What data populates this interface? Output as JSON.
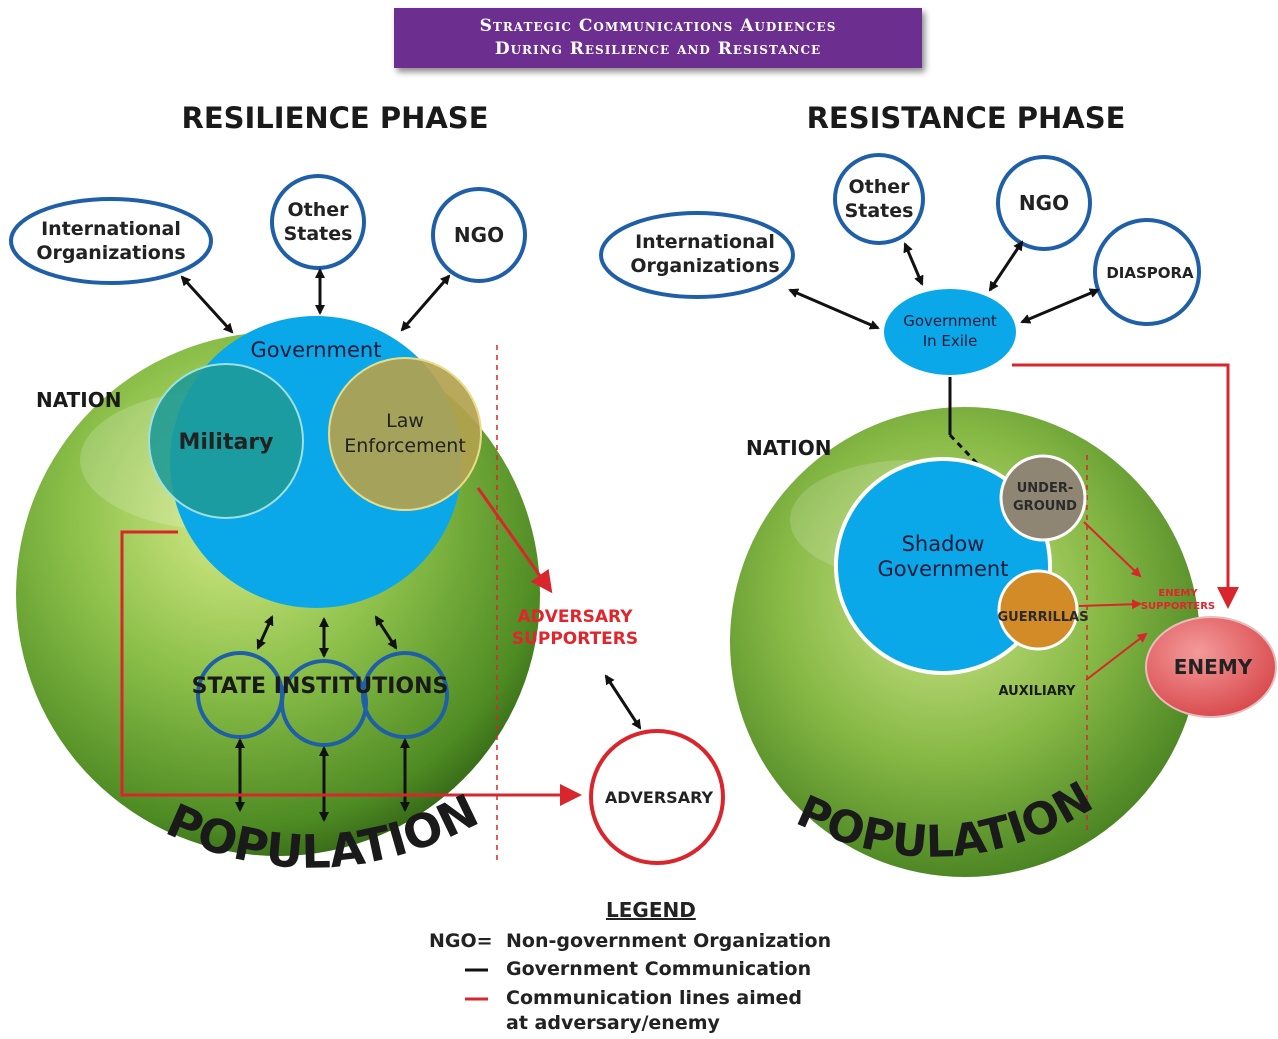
{
  "banner": {
    "line1": "Strategic Communications Audiences",
    "line2": "During Resilience and Resistance"
  },
  "resilience": {
    "phase_title": "RESILIENCE PHASE",
    "nation_label": "NATION",
    "international_orgs": "International Organizations",
    "other_states": "Other States",
    "ngo": "NGO",
    "government": "Government",
    "military": "Military",
    "law_enforcement": "Law Enforcement",
    "state_institutions": "STATE INSTITUTIONS",
    "adversary_supporters": "ADVERSARY SUPPORTERS",
    "adversary": "ADVERSARY",
    "population": "POPULATION"
  },
  "resistance": {
    "phase_title": "RESISTANCE PHASE",
    "nation_label": "NATION",
    "international_orgs": "International Organizations",
    "other_states": "Other States",
    "ngo": "NGO",
    "diaspora": "DIASPORA",
    "government_in_exile": "Government In Exile",
    "underground": "UNDER-GROUND",
    "shadow_government": "Shadow Government",
    "guerrillas": "GUERRILLAS",
    "auxiliary": "AUXILIARY",
    "enemy_supporters": "ENEMY SUPPORTERS",
    "enemy": "ENEMY",
    "population": "POPULATION"
  },
  "legend": {
    "title": "LEGEND",
    "ngo_key": "NGO=",
    "ngo_def": "Non-government Organization",
    "black_line": "Government Communication",
    "red_line_1": "Communication lines aimed",
    "red_line_2": "at adversary/enemy"
  },
  "colors": {
    "banner": "#6c2f8f",
    "blue_circle": "#0aa8e8",
    "outline_blue": "#1f5fa8",
    "red": "#d9262c",
    "green_sphere": "#6aa52e"
  }
}
